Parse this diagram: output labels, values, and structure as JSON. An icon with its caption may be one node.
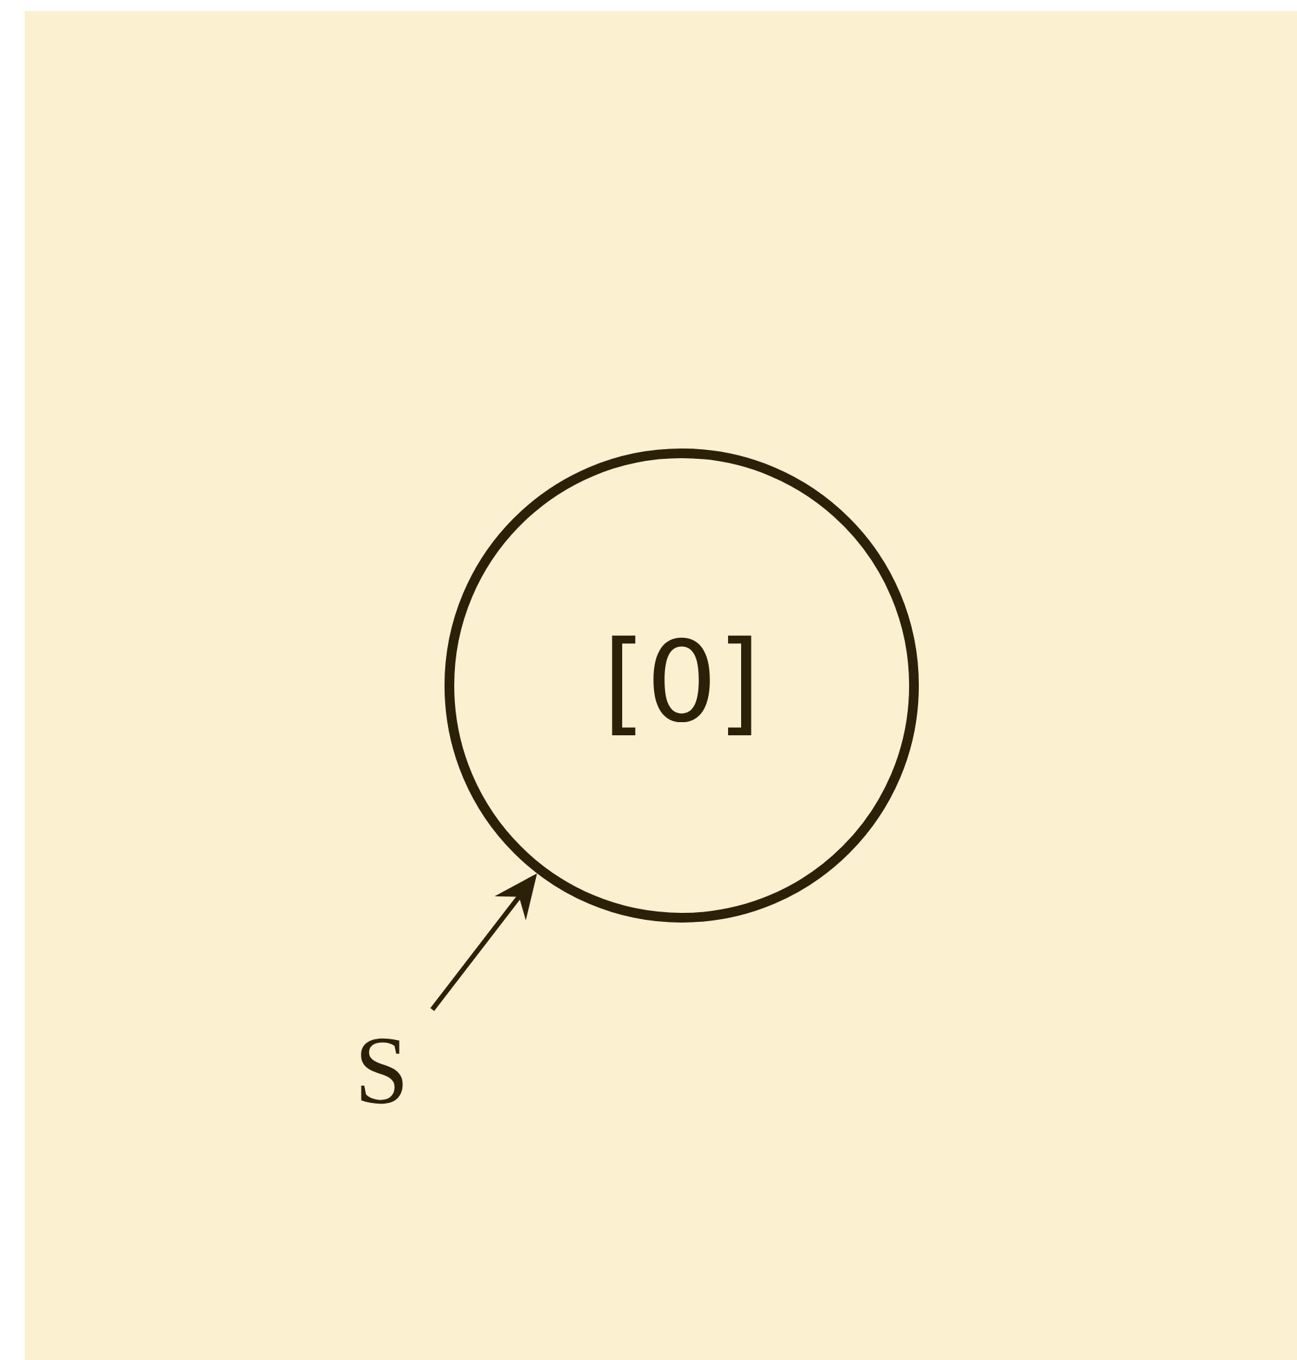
{
  "diagram": {
    "nodes": [
      {
        "text": [
          "[0]"
        ]
      },
      {
        "text": [
          "S"
        ]
      }
    ],
    "edges": [
      {
        "from": 1,
        "to": 0,
        "arrow": "to"
      }
    ]
  }
}
